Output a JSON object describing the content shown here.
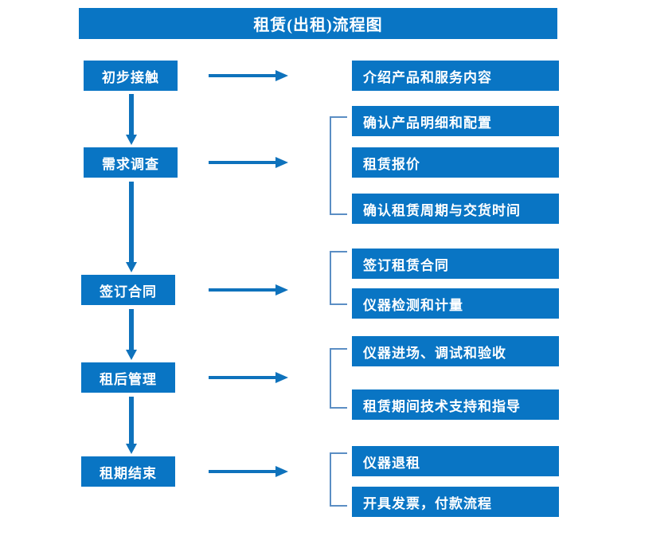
{
  "diagram": {
    "title": "租赁(出租)流程图",
    "colors": {
      "box_fill": "#0975C4",
      "box_text": "#FFFFFF",
      "arrow": "#0E72BC",
      "bracket": "#5B8EC4",
      "background": "#FFFFFF"
    },
    "stages": [
      {
        "id": "stage-1",
        "label": "初步接触"
      },
      {
        "id": "stage-2",
        "label": "需求调查"
      },
      {
        "id": "stage-3",
        "label": "签订合同"
      },
      {
        "id": "stage-4",
        "label": "租后管理"
      },
      {
        "id": "stage-5",
        "label": "租期结束"
      }
    ],
    "details": [
      {
        "id": "detail-1",
        "label": "介绍产品和服务内容",
        "group": 1
      },
      {
        "id": "detail-2",
        "label": "确认产品明细和配置",
        "group": 2
      },
      {
        "id": "detail-3",
        "label": "租赁报价",
        "group": 2
      },
      {
        "id": "detail-4",
        "label": "确认租赁周期与交货时间",
        "group": 2
      },
      {
        "id": "detail-5",
        "label": "签订租赁合同",
        "group": 3
      },
      {
        "id": "detail-6",
        "label": "仪器检测和计量",
        "group": 3
      },
      {
        "id": "detail-7",
        "label": "仪器进场、调试和验收",
        "group": 4
      },
      {
        "id": "detail-8",
        "label": "租赁期间技术支持和指导",
        "group": 4
      },
      {
        "id": "detail-9",
        "label": "仪器退租",
        "group": 5
      },
      {
        "id": "detail-10",
        "label": "开具发票，付款流程",
        "group": 5
      }
    ]
  }
}
